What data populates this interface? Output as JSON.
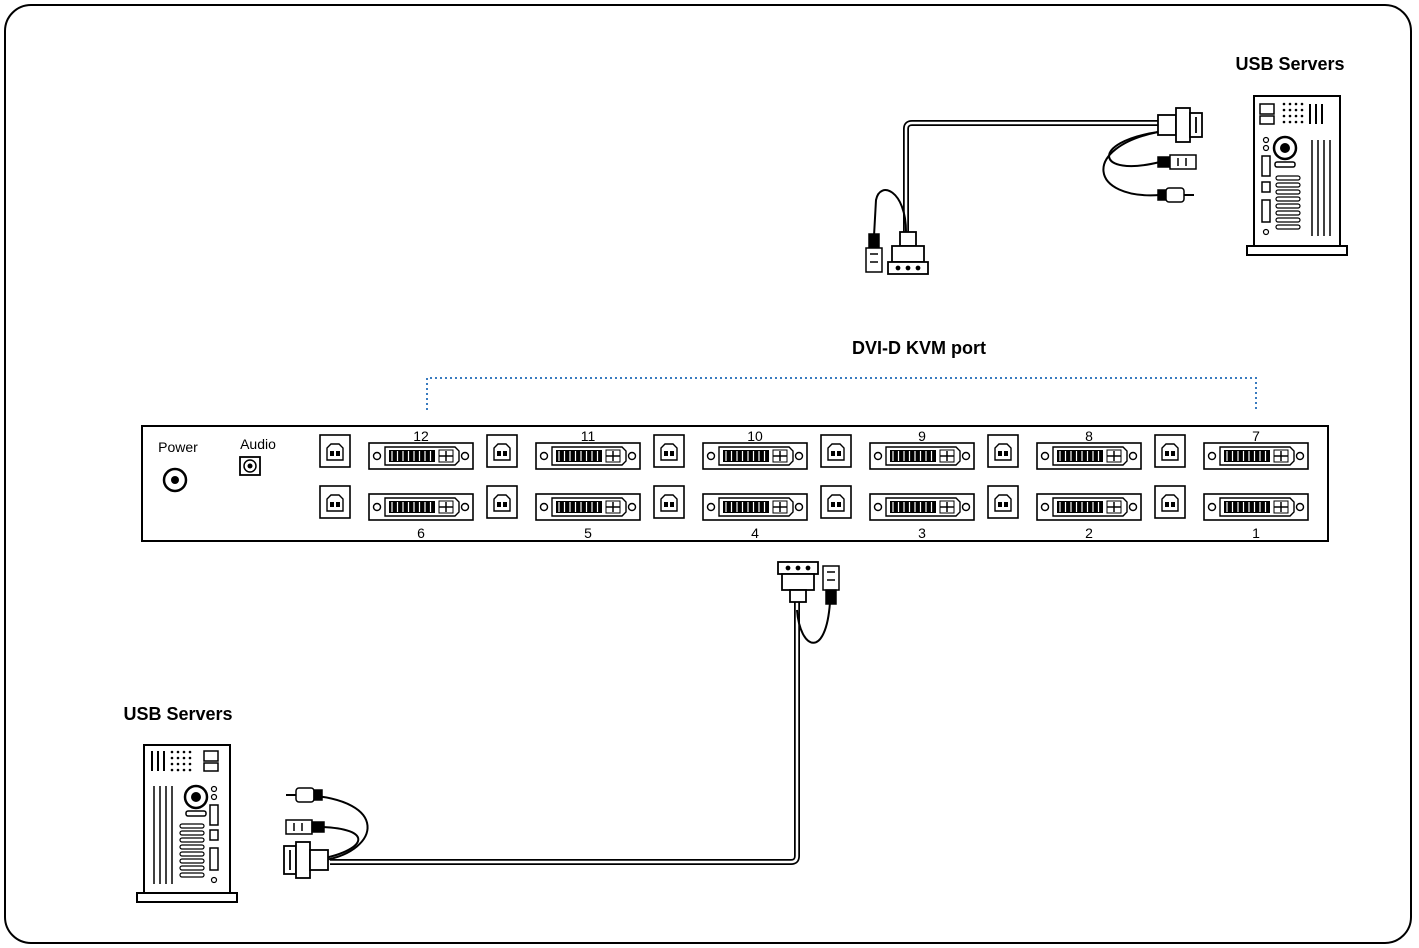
{
  "labels": {
    "usb_servers_top": "USB Servers",
    "usb_servers_bottom": "USB Servers",
    "kvm_port_caption": "DVI-D  KVM port",
    "power": "Power",
    "audio": "Audio"
  },
  "ports_top": [
    "12",
    "11",
    "10",
    "9",
    "8",
    "7"
  ],
  "ports_bottom": [
    "6",
    "5",
    "4",
    "3",
    "2",
    "1"
  ],
  "colors": {
    "line": "#000000",
    "dotted_bracket": "#3a7bbf",
    "background": "#ffffff"
  }
}
